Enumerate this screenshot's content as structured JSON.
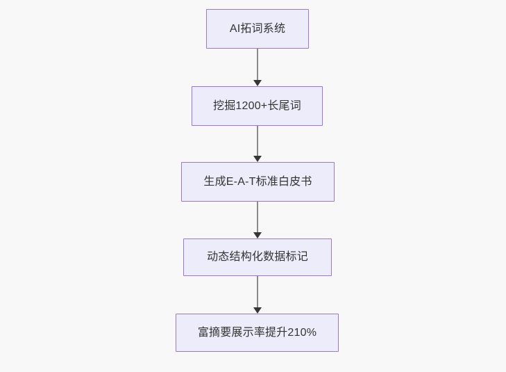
{
  "diagram": {
    "type": "flowchart",
    "orientation": "top-to-bottom",
    "background_color": "#f8f8f8",
    "node_fill_color": "#ececfb",
    "node_border_color": "#9a76d6",
    "node_text_color": "#333333",
    "edge_color": "#8a8a8a",
    "arrowhead_color": "#363636",
    "nodes": [
      {
        "id": "n1",
        "label": "AI拓词系统"
      },
      {
        "id": "n2",
        "label": "挖掘1200+长尾词"
      },
      {
        "id": "n3",
        "label": "生成E-A-T标准白皮书"
      },
      {
        "id": "n4",
        "label": "动态结构化数据标记"
      },
      {
        "id": "n5",
        "label": "富摘要展示率提升210%"
      }
    ],
    "edges": [
      {
        "id": "e1",
        "from": "n1",
        "to": "n2",
        "label": ""
      },
      {
        "id": "e2",
        "from": "n2",
        "to": "n3",
        "label": ""
      },
      {
        "id": "e3",
        "from": "n3",
        "to": "n4",
        "label": ""
      },
      {
        "id": "e4",
        "from": "n4",
        "to": "n5",
        "label": ""
      }
    ]
  }
}
